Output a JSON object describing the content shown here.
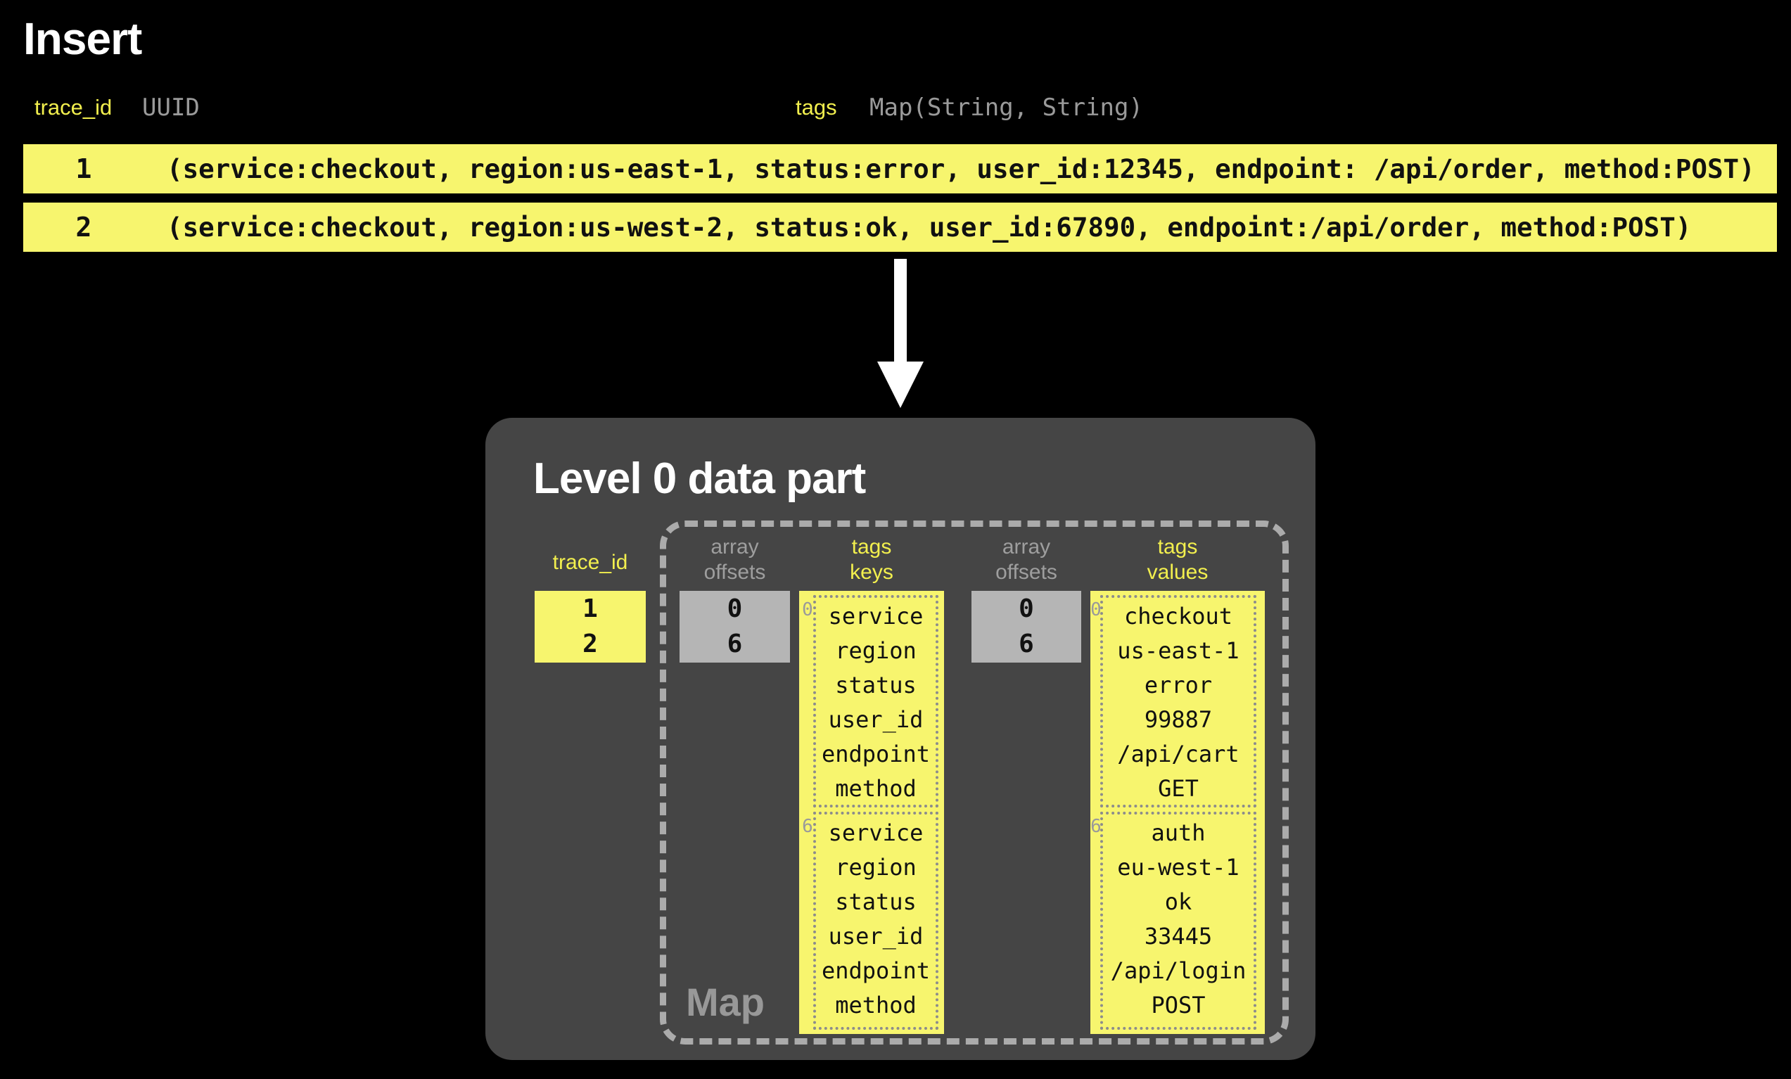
{
  "colors": {
    "yellow": "#F7F56E",
    "panel_gray": "#454545",
    "offset_box_gray": "#B5B5B5",
    "muted_text_gray": "#9A9A9A",
    "dashed_border_gray": "#ABABAB",
    "title_white": "#FFFFFF"
  },
  "insert": {
    "title": "Insert",
    "columns": [
      {
        "name": "trace_id",
        "type": "UUID"
      },
      {
        "name": "tags",
        "type": "Map(String, String)"
      }
    ],
    "rows": [
      {
        "num": "1",
        "tags": "(service:checkout, region:us-east-1, status:error, user_id:12345, endpoint: /api/order, method:POST)"
      },
      {
        "num": "2",
        "tags": "(service:checkout, region:us-west-2, status:ok, user_id:67890, endpoint:/api/order, method:POST)"
      }
    ]
  },
  "data_part": {
    "title": "Level 0 data part",
    "map_label": "Map",
    "trace_id": {
      "label": "trace_id",
      "values": [
        "1",
        "2"
      ]
    },
    "keys_offsets": {
      "label": "array\noffsets",
      "values": [
        "0",
        "6"
      ]
    },
    "keys": {
      "label": "tags\nkeys",
      "groups": [
        {
          "offset": "0",
          "items": [
            "service",
            "region",
            "status",
            "user_id",
            "endpoint",
            "method"
          ]
        },
        {
          "offset": "6",
          "items": [
            "service",
            "region",
            "status",
            "user_id",
            "endpoint",
            "method"
          ]
        }
      ]
    },
    "values_offsets": {
      "label": "array\noffsets",
      "values": [
        "0",
        "6"
      ]
    },
    "values": {
      "label": "tags\nvalues",
      "groups": [
        {
          "offset": "0",
          "items": [
            "checkout",
            "us-east-1",
            "error",
            "99887",
            "/api/cart",
            "GET"
          ]
        },
        {
          "offset": "6",
          "items": [
            "auth",
            "eu-west-1",
            "ok",
            "33445",
            "/api/login",
            "POST"
          ]
        }
      ]
    }
  }
}
